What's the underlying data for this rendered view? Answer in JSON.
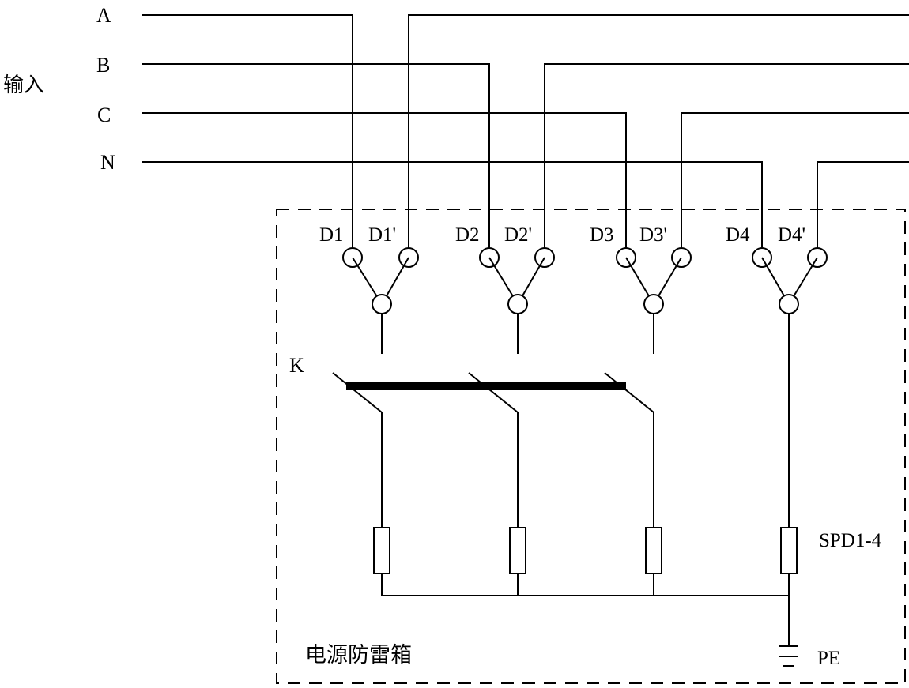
{
  "input_label": "输入",
  "lines": [
    {
      "label": "A"
    },
    {
      "label": "B"
    },
    {
      "label": "C"
    },
    {
      "label": "N"
    }
  ],
  "terminal_pairs": [
    {
      "left": "D1",
      "right": "D1'"
    },
    {
      "left": "D2",
      "right": "D2'"
    },
    {
      "left": "D3",
      "right": "D3'"
    },
    {
      "left": "D4",
      "right": "D4'"
    }
  ],
  "switch_label": "K",
  "spd_label": "SPD1-4",
  "box_label": "电源防雷箱",
  "ground_label": "PE"
}
